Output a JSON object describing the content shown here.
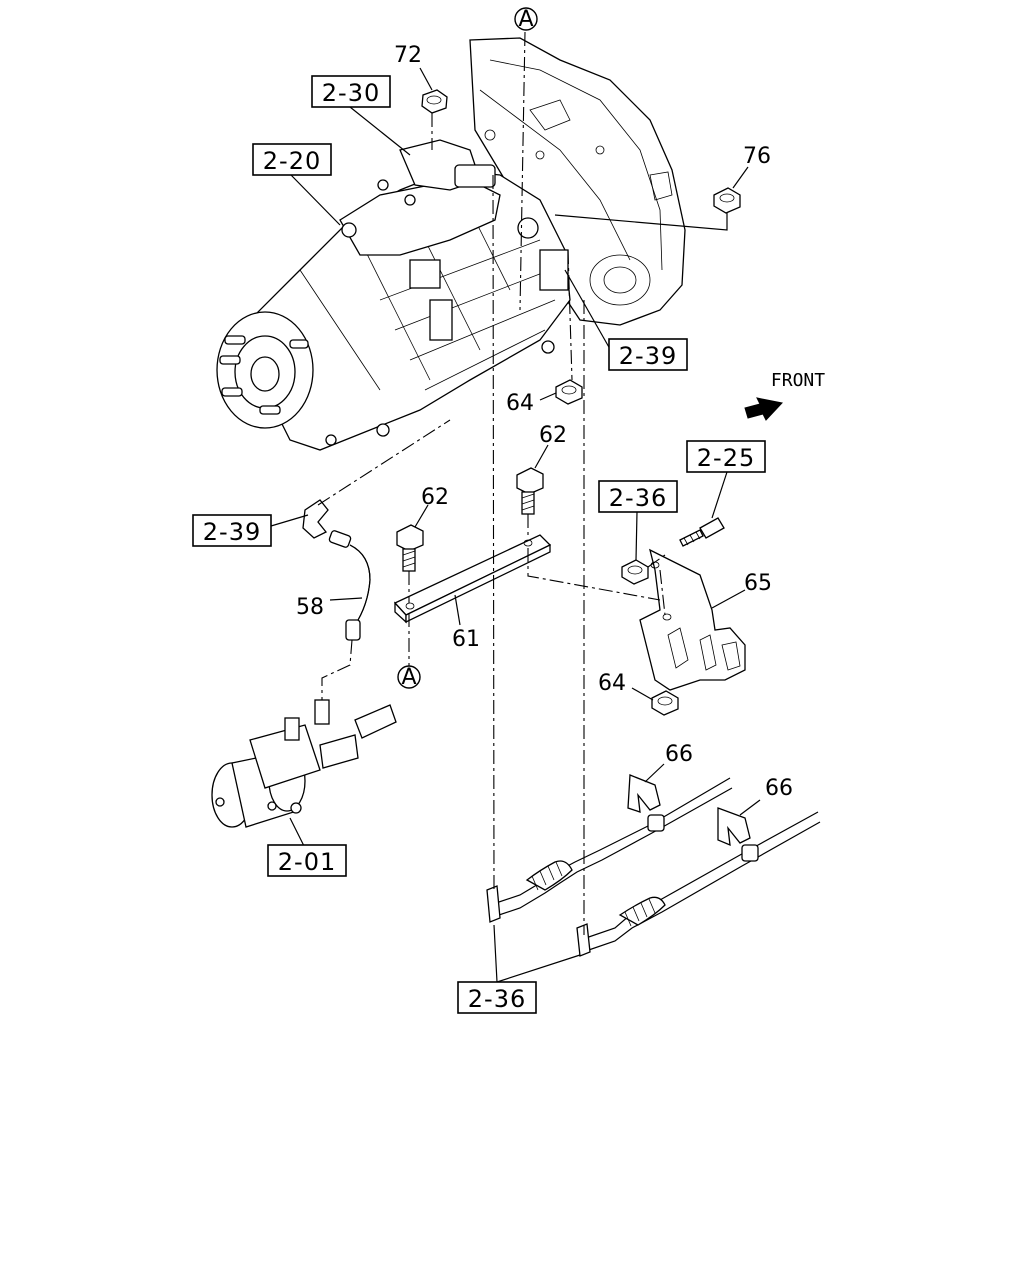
{
  "diagram": {
    "refs": {
      "r2_30": "2-30",
      "r2_20": "2-20",
      "r2_39_top": "2-39",
      "r2_39_left": "2-39",
      "r2_25": "2-25",
      "r2_36_mid": "2-36",
      "r2_01": "2-01",
      "r2_36_bottom": "2-36"
    },
    "callouts": {
      "c72": "72",
      "c76": "76",
      "c64_top": "64",
      "c62_right": "62",
      "c62_left": "62",
      "c58": "58",
      "c61": "61",
      "c65": "65",
      "c64_bottom": "64",
      "c66_left": "66",
      "c66_right": "66"
    },
    "markers": {
      "a_top": "A",
      "a_bottom": "A"
    },
    "direction_label": "FRONT"
  }
}
